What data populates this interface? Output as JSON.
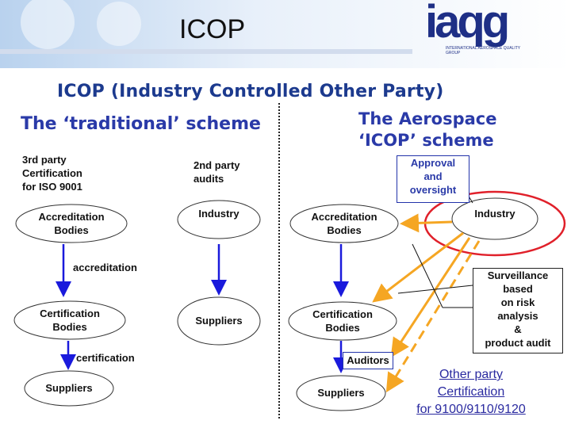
{
  "slide_title": "ICOP",
  "logo": {
    "word": "iaqg",
    "subtitle": "INTERNATIONAL AEROSPACE QUALITY GROUP"
  },
  "main_title": "ICOP (Industry Controlled Other Party)",
  "traditional": {
    "heading": "The ‘traditional’ scheme",
    "col1_caption": [
      "3rd party",
      "Certification",
      "for ISO 9001"
    ],
    "col2_caption": [
      "2nd party",
      "audits"
    ],
    "accreditation_bodies": [
      "Accreditation",
      "Bodies"
    ],
    "certification_bodies": [
      "Certification",
      "Bodies"
    ],
    "suppliers": "Suppliers",
    "industry": "Industry",
    "suppliers2": "Suppliers",
    "label_accreditation": "accreditation",
    "label_certification": "certification"
  },
  "aerospace": {
    "heading": [
      "The Aerospace",
      "‘ICOP’ scheme"
    ],
    "approval_box": [
      "Approval",
      "and",
      "oversight"
    ],
    "accreditation_bodies": [
      "Accreditation",
      "Bodies"
    ],
    "industry": "Industry",
    "certification_bodies": [
      "Certification",
      "Bodies"
    ],
    "auditors": "Auditors",
    "suppliers": "Suppliers",
    "surveillance_box": [
      "Surveillance",
      "based",
      "on risk",
      "analysis",
      "&",
      "product audit"
    ],
    "other_party": [
      "Other party",
      "Certification",
      "for 9100/9110/9120"
    ]
  },
  "colors": {
    "heading_blue": "#2a3aa8",
    "arrow_blue": "#1a1adc",
    "arrow_orange": "#f5a623",
    "highlight_red": "#e0202a"
  }
}
